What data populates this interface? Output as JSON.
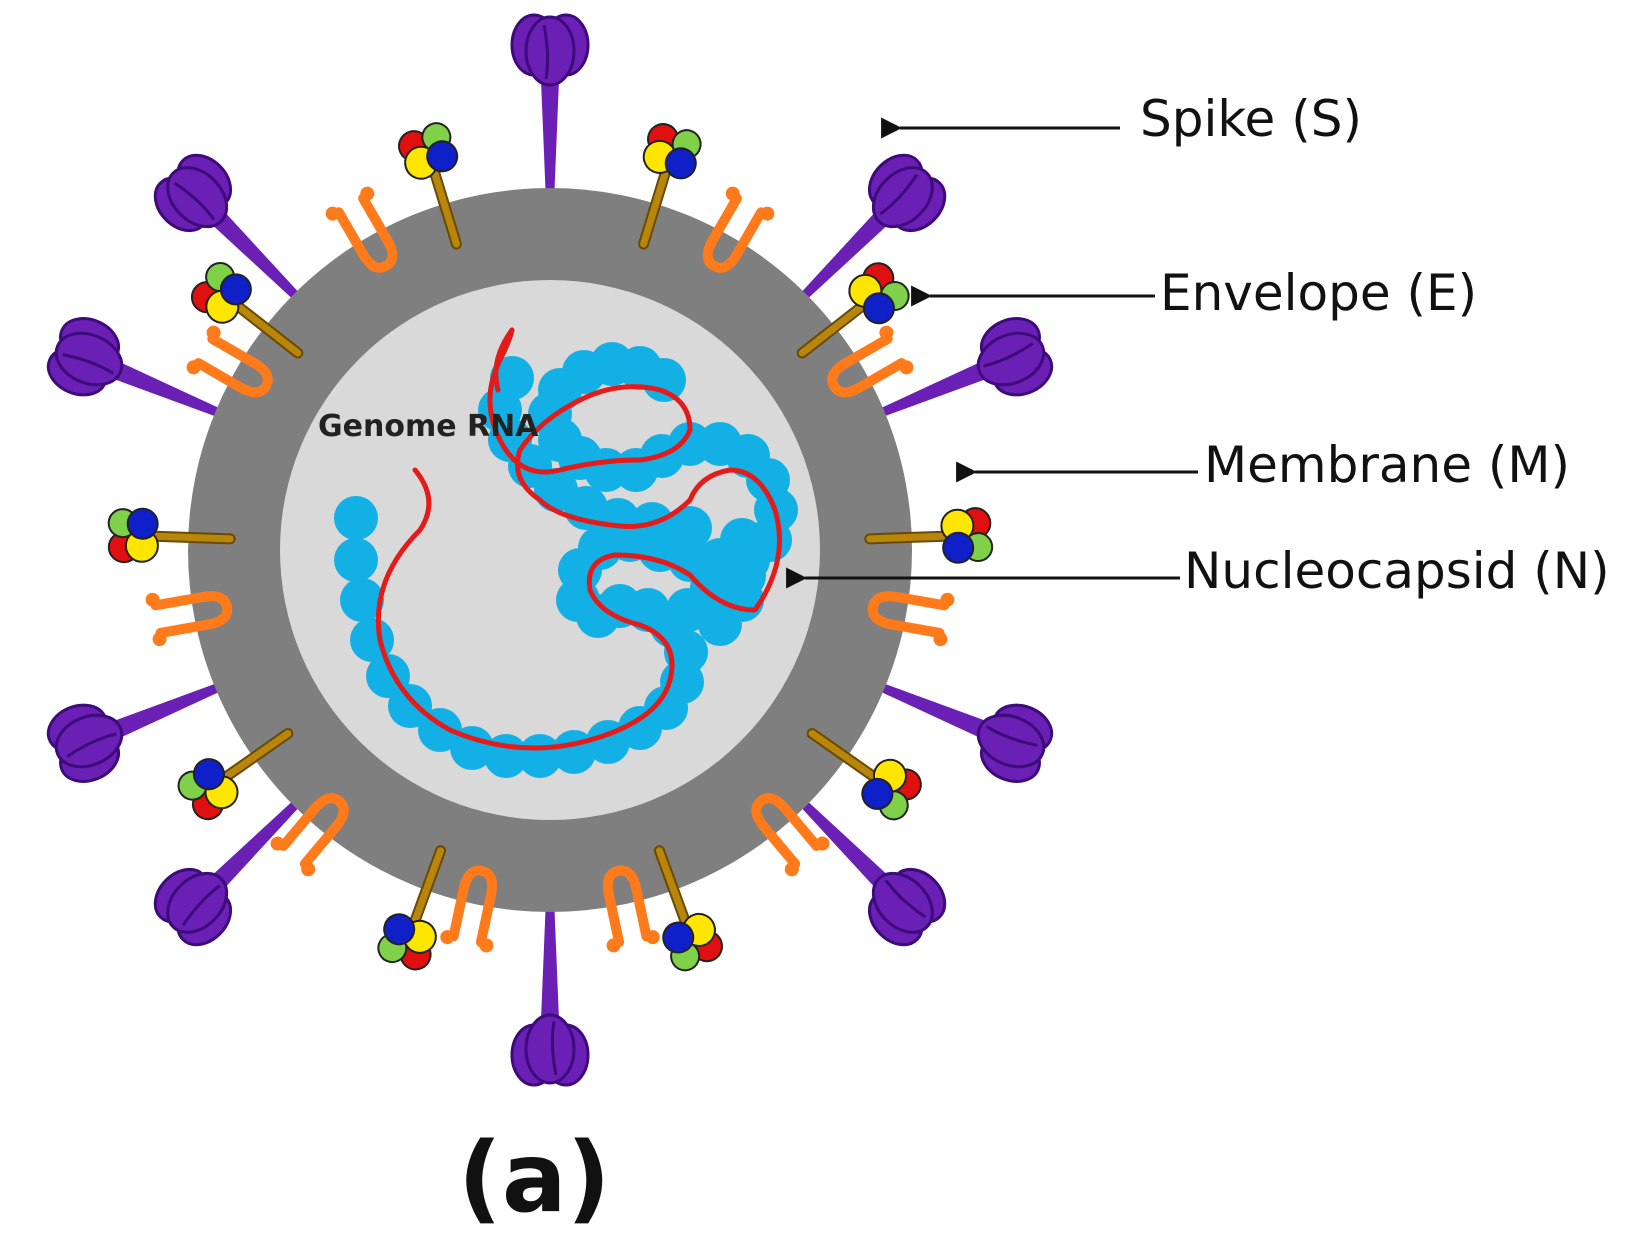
{
  "labels": {
    "spike": "Spike (S)",
    "envelope": "Envelope (E)",
    "membrane": "Membrane (M)",
    "nucleocapsid": "Nucleocapsid (N)",
    "genome": "Genome RNA"
  },
  "caption": "(a)",
  "colors": {
    "envelope_ring": "#7f7f7f",
    "interior": "#d9d9d9",
    "spike": "#6a1fb5",
    "spike_dark": "#3d0b7a",
    "membrane": "#ff7a1a",
    "nucleocapsid": "#13b0e6",
    "rna": "#e31b1b",
    "e_stem": "#b8860b",
    "e_red": "#e01010",
    "e_yellow": "#ffe600",
    "e_blue": "#1020c8",
    "e_green": "#7fd14a",
    "callout_line": "#111111"
  },
  "icons": {
    "spike": "spike-protein-icon",
    "envelope": "envelope-protein-icon",
    "membrane": "membrane-protein-icon"
  }
}
